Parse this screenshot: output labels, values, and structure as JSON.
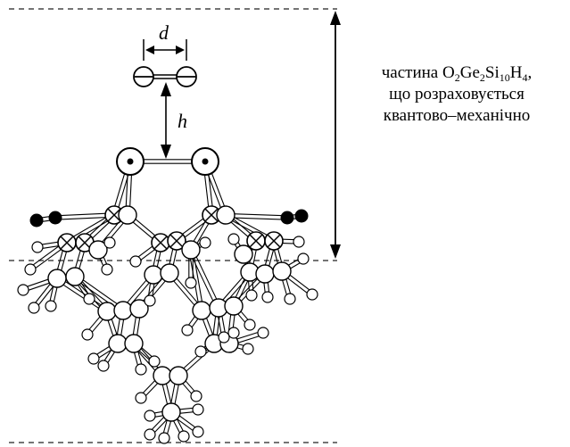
{
  "labels": {
    "d": "d",
    "h": "h"
  },
  "caption": {
    "word": "частина",
    "formula": [
      {
        "t": "O"
      },
      {
        "s": "2"
      },
      {
        "t": "Ge"
      },
      {
        "s": "2"
      },
      {
        "t": "Si"
      },
      {
        "s": "10"
      },
      {
        "t": "H"
      },
      {
        "s": "4"
      },
      {
        "t": ","
      }
    ],
    "line2": "що розраховується",
    "line3": "квантово–механічно"
  }
}
